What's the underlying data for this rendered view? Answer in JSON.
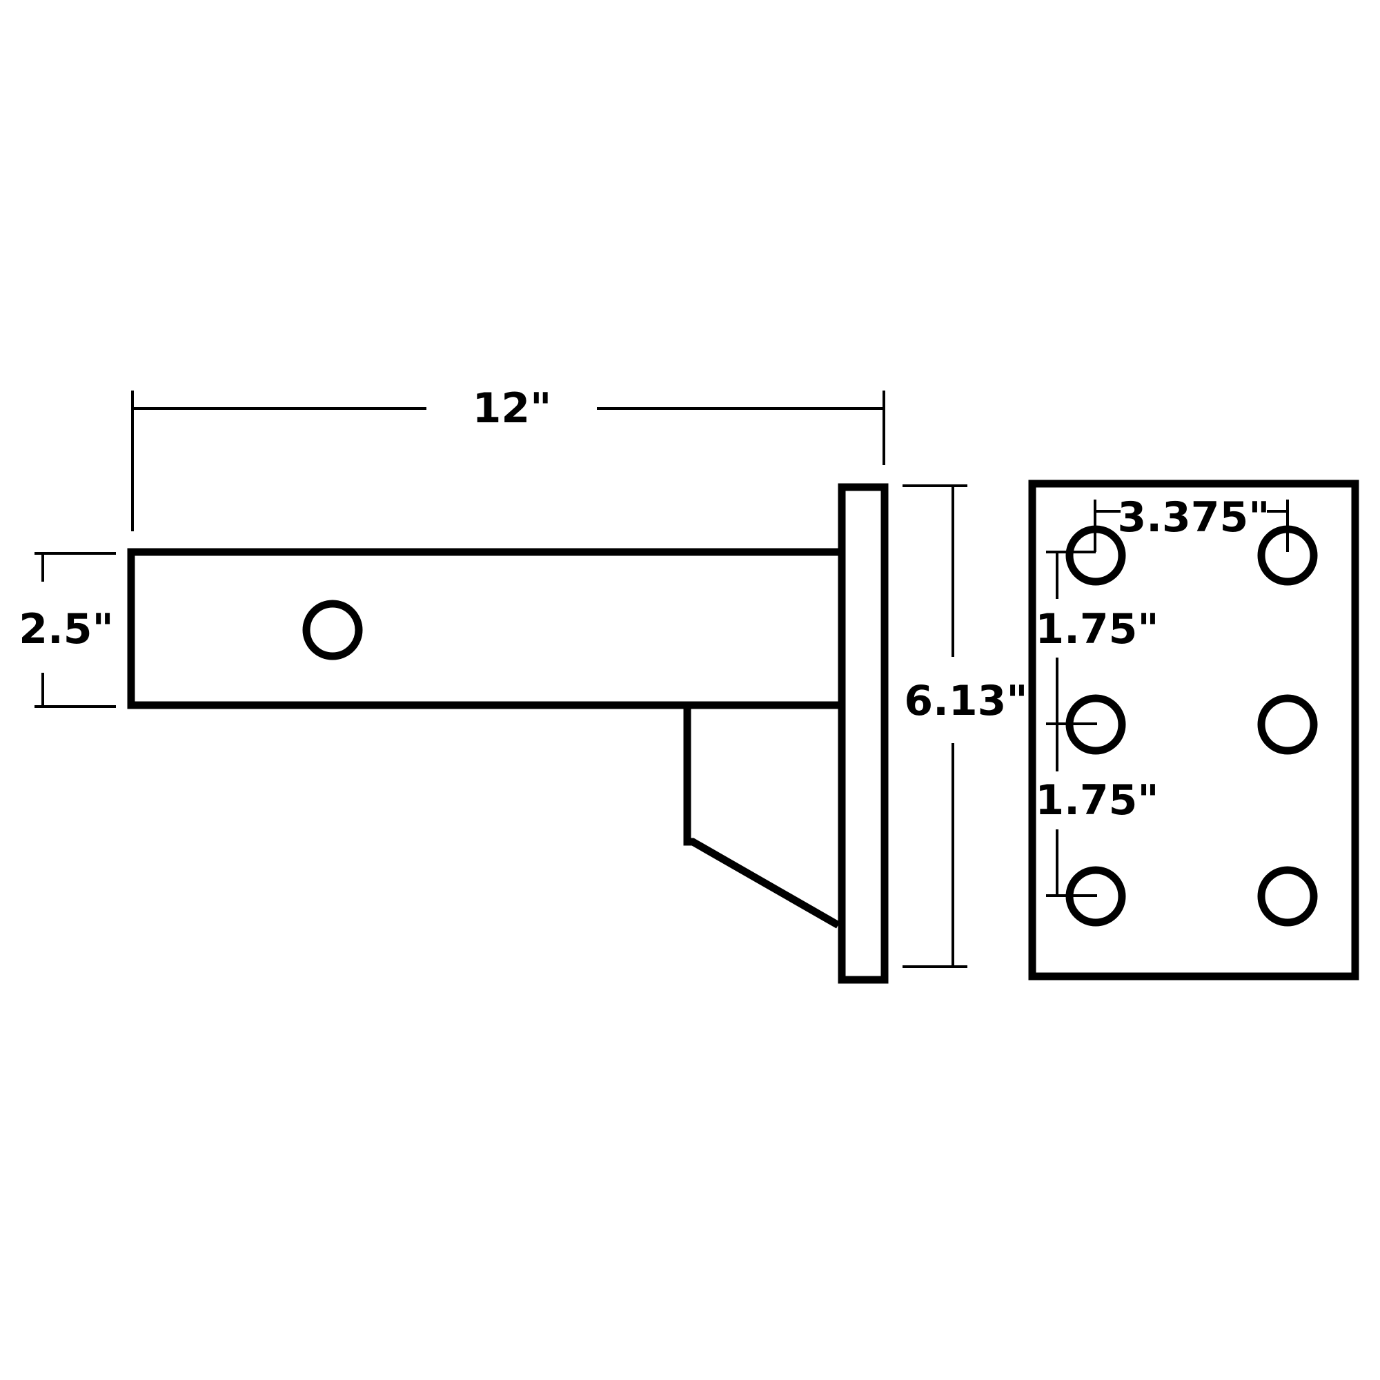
{
  "dimensions": {
    "overall_length": "12\"",
    "tube_height": "2.5\"",
    "plate_height": "6.13\"",
    "hole_horizontal_spacing": "3.375\"",
    "hole_vertical_spacing_upper": "1.75\"",
    "hole_vertical_spacing_lower": "1.75\""
  },
  "colors": {
    "line": "#000000",
    "background": "#ffffff"
  }
}
